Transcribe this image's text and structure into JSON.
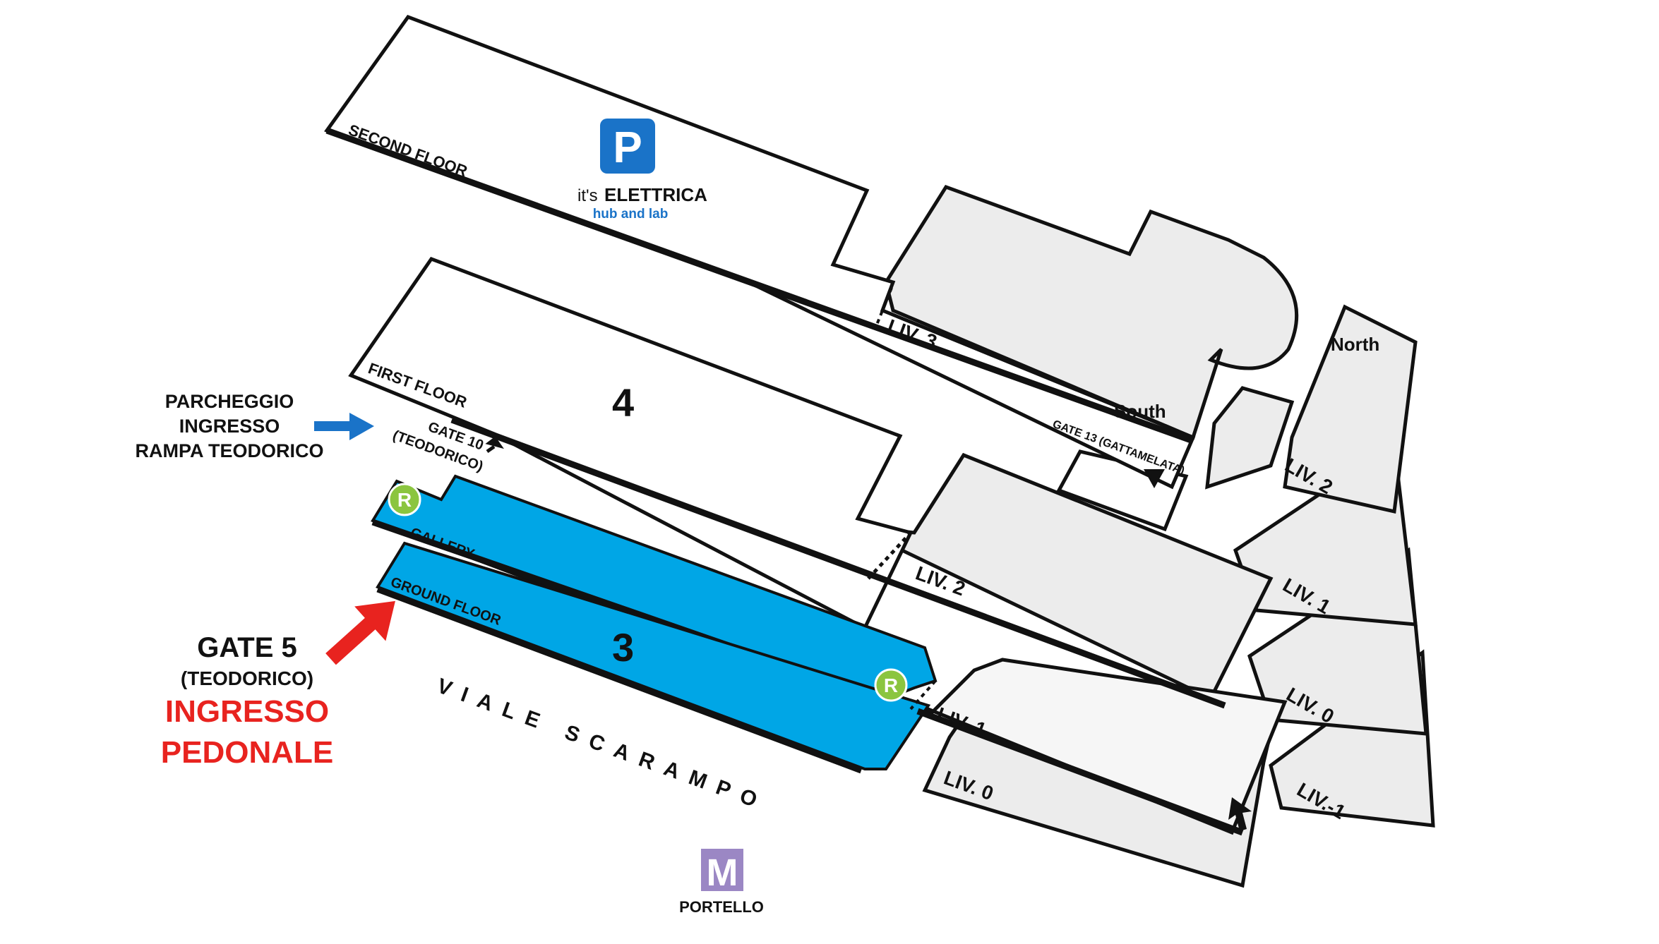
{
  "parking": {
    "lines": [
      "PARCHEGGIO",
      "INGRESSO",
      "RAMPA TEODORICO"
    ],
    "arrow_color": "#1a73c8"
  },
  "gate5": {
    "title": "GATE 5",
    "subtitle": "(TEODORICO)",
    "entry_lines": [
      "INGRESSO",
      "PEDONALE"
    ],
    "entry_color": "#e8231f",
    "arrow_color": "#e8231f"
  },
  "floors": {
    "second": "SECOND FLOOR",
    "first": "FIRST FLOOR",
    "gallery": "GALLERY",
    "ground": "GROUND FLOOR"
  },
  "pavilions": {
    "upper": "4",
    "lower": "3"
  },
  "gates": {
    "gate10_line1": "GATE 10",
    "gate10_line2": "(TEODORICO)",
    "gate13": "GATE 13 (GATTAMELATA)"
  },
  "garage": {
    "north": "North",
    "south": "South",
    "levels": {
      "liv3": "LIV. 3",
      "liv2_main": "LIV. 2",
      "liv1_main": "LIV. 1",
      "liv0_main": "LIV. 0",
      "liv2_north": "LIV. 2",
      "liv1_north": "LIV. 1",
      "liv0_north": "LIV. 0",
      "livm1_north": "LIV.-1"
    }
  },
  "parking_sign": {
    "letter": "P",
    "brand_prefix": "it's",
    "brand_name": "ELETTRICA",
    "tagline": "hub and lab",
    "color": "#1a73c8"
  },
  "restaurant_icon": {
    "letter": "R",
    "color": "#8bc53f"
  },
  "street": "VIALE SCARAMPO",
  "metro": {
    "letter": "M",
    "station": "PORTELLO",
    "color": "#9b87c4"
  },
  "colors": {
    "highlight": "#00a6e6",
    "building_gray": "#ececec"
  }
}
